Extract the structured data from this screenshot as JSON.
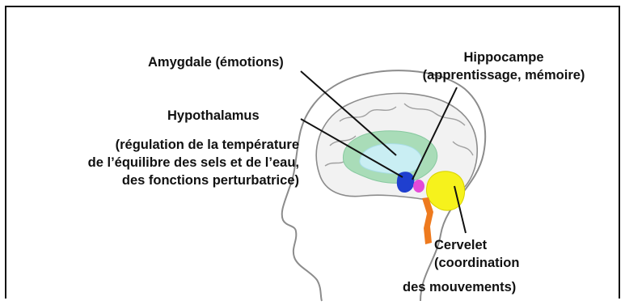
{
  "labels": {
    "amygdala": "Amygdale (émotions)",
    "hippocampus_line1": "Hippocampe",
    "hippocampus_line2": "(apprentissage, mémoire)",
    "hypothalamus_title": "Hypothalamus",
    "hypothalamus_line1": "(régulation de la température",
    "hypothalamus_line2": "de l’équilibre des sels et de l’eau,",
    "hypothalamus_line3": "des fonctions perturbatrice)",
    "cerebellum_line1": "Cervelet",
    "cerebellum_line2": "(coordination",
    "cerebellum_line3": "des mouvements)"
  },
  "colors": {
    "limbic_green": "#a9dcb8",
    "amygdala_cyan": "#c9eef3",
    "hypothalamus_blue": "#1f3fcf",
    "hypothalamus_magenta": "#e44ad8",
    "cerebellum_yellow": "#f6f21c",
    "brainstem_orange": "#ee7a1e",
    "outline_gray": "#8c8c8c"
  },
  "icons": [
    "brain-profile-illustration"
  ]
}
